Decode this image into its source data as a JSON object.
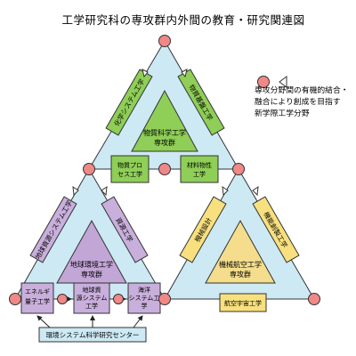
{
  "title": "工学研究科の専攻群内外間の教育・研究関連図",
  "legend": {
    "text_lines": [
      "専攻分野間の有機的結合・",
      "融合により創成を目指す",
      "新学際工学分野"
    ]
  },
  "colors": {
    "triangle_fill": "#cde9f4",
    "material_core": "#8fce57",
    "earth_core": "#c2a6d6",
    "mech_core": "#f4dd8c",
    "green_box": "#8fce57",
    "purple_box": "#c9afdc",
    "yellow_box": "#f8e07e",
    "node": "#f08888"
  },
  "cores": {
    "material": [
      "物質科学工学",
      "専攻群"
    ],
    "earth": [
      "地球環境工学",
      "専攻群"
    ],
    "mech": [
      "機械航空工学",
      "専攻群"
    ]
  },
  "side_labels": {
    "top_left": "化学システム工学",
    "top_right": "物質基盤工学",
    "left_upper": "地球資源システム工学",
    "left_lower": "資源工学",
    "right_upper": "機械設計",
    "right_lower": "機能創製工学"
  },
  "inner_boxes": {
    "material_process": [
      "物質プロ",
      "セス工学"
    ],
    "material_property": [
      "材料物性",
      "工学"
    ],
    "earth_energy": [
      "エネルギ",
      "量子工学"
    ],
    "earth_resource": [
      "地球資",
      "源システム",
      "工学"
    ],
    "ocean": [
      "海洋",
      "システム工",
      "学"
    ],
    "aerospace": "航空宇宙工学"
  },
  "center": "環境システム科学研究センター"
}
